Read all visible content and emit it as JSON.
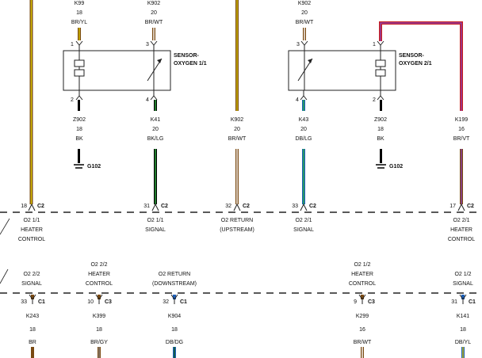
{
  "colors": {
    "line": "#222222",
    "yellow": "#d9c400",
    "brown": "#7a4a12",
    "white": "#ffffff",
    "black": "#000000",
    "green": "#2eb040",
    "blue": "#1d5fb8",
    "violet": "#8a3fb0",
    "red": "#c81e1e",
    "gray": "#8a8a8a"
  },
  "top_wires": [
    {
      "circuit": "K99",
      "gauge": "18",
      "color": "BR/YL"
    },
    {
      "circuit": "K902",
      "gauge": "20",
      "color": "BR/WT"
    },
    {
      "circuit": "K902",
      "gauge": "20",
      "color": "BR/WT"
    }
  ],
  "sensors": [
    {
      "name_line1": "SENSOR-",
      "name_line2": "OXYGEN 1/1",
      "pins": [
        "1",
        "3",
        "2",
        "4"
      ]
    },
    {
      "name_line1": "SENSOR-",
      "name_line2": "OXYGEN 2/1",
      "pins": [
        "3",
        "1",
        "4",
        "2"
      ]
    }
  ],
  "mid_wires": [
    {
      "circuit": "Z902",
      "gauge": "18",
      "color": "BK"
    },
    {
      "circuit": "K41",
      "gauge": "20",
      "color": "BK/LG"
    },
    {
      "circuit": "K902",
      "gauge": "20",
      "color": "BR/WT"
    },
    {
      "circuit": "K43",
      "gauge": "20",
      "color": "DB/LG"
    },
    {
      "circuit": "Z902",
      "gauge": "18",
      "color": "BK"
    },
    {
      "circuit": "K199",
      "gauge": "16",
      "color": "BR/VT"
    }
  ],
  "grounds": [
    {
      "label": "G102"
    },
    {
      "label": "G102"
    }
  ],
  "connectors_upper": [
    {
      "pin": "18",
      "conn": "C2",
      "l1": "O2 1/1",
      "l2": "HEATER",
      "l3": "CONTROL"
    },
    {
      "pin": "31",
      "conn": "C2",
      "l1": "O2 1/1",
      "l2": "SIGNAL",
      "l3": ""
    },
    {
      "pin": "32",
      "conn": "C2",
      "l1": "O2 RETURN",
      "l2": "(UPSTREAM)",
      "l3": ""
    },
    {
      "pin": "33",
      "conn": "C2",
      "l1": "O2 2/1",
      "l2": "SIGNAL",
      "l3": ""
    },
    {
      "pin": "17",
      "conn": "C2",
      "l1": "O2 2/1",
      "l2": "HEATER",
      "l3": "CONTROL"
    }
  ],
  "connectors_lower": [
    {
      "pin": "33",
      "conn": "C1",
      "l1": "",
      "l2": "O2 2/2",
      "l3": "SIGNAL",
      "circuit": "K243",
      "gauge": "18",
      "color": "BR"
    },
    {
      "pin": "10",
      "conn": "C3",
      "l1": "O2 2/2",
      "l2": "HEATER",
      "l3": "CONTROL",
      "circuit": "K399",
      "gauge": "18",
      "color": "BR/GY"
    },
    {
      "pin": "32",
      "conn": "C1",
      "l1": "",
      "l2": "O2 RETURN",
      "l3": "(DOWNSTREAM)",
      "circuit": "K904",
      "gauge": "18",
      "color": "DB/DG"
    },
    {
      "pin": "9",
      "conn": "C3",
      "l1": "O2 1/2",
      "l2": "HEATER",
      "l3": "CONTROL",
      "circuit": "K299",
      "gauge": "16",
      "color": "BR/WT"
    },
    {
      "pin": "31",
      "conn": "C1",
      "l1": "",
      "l2": "O2 1/2",
      "l3": "SIGNAL",
      "circuit": "K141",
      "gauge": "18",
      "color": "DB/YL"
    }
  ]
}
